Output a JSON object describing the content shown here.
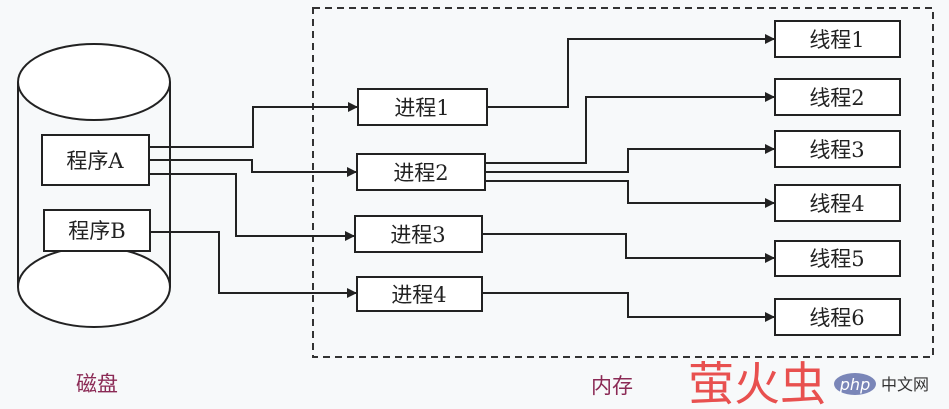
{
  "disk": {
    "label": "磁盘",
    "programs": [
      "程序A",
      "程序B"
    ]
  },
  "memory": {
    "label": "内存",
    "processes": [
      "进程1",
      "进程2",
      "进程3",
      "进程4"
    ],
    "threads": [
      "线程1",
      "线程2",
      "线程3",
      "线程4",
      "线程5",
      "线程6"
    ]
  },
  "watermark": {
    "text": "萤火虫",
    "badge": "php",
    "site": "中文网"
  },
  "colors": {
    "line": "#222222",
    "caption": "#8b2a55",
    "watermark": "#e8504f"
  }
}
